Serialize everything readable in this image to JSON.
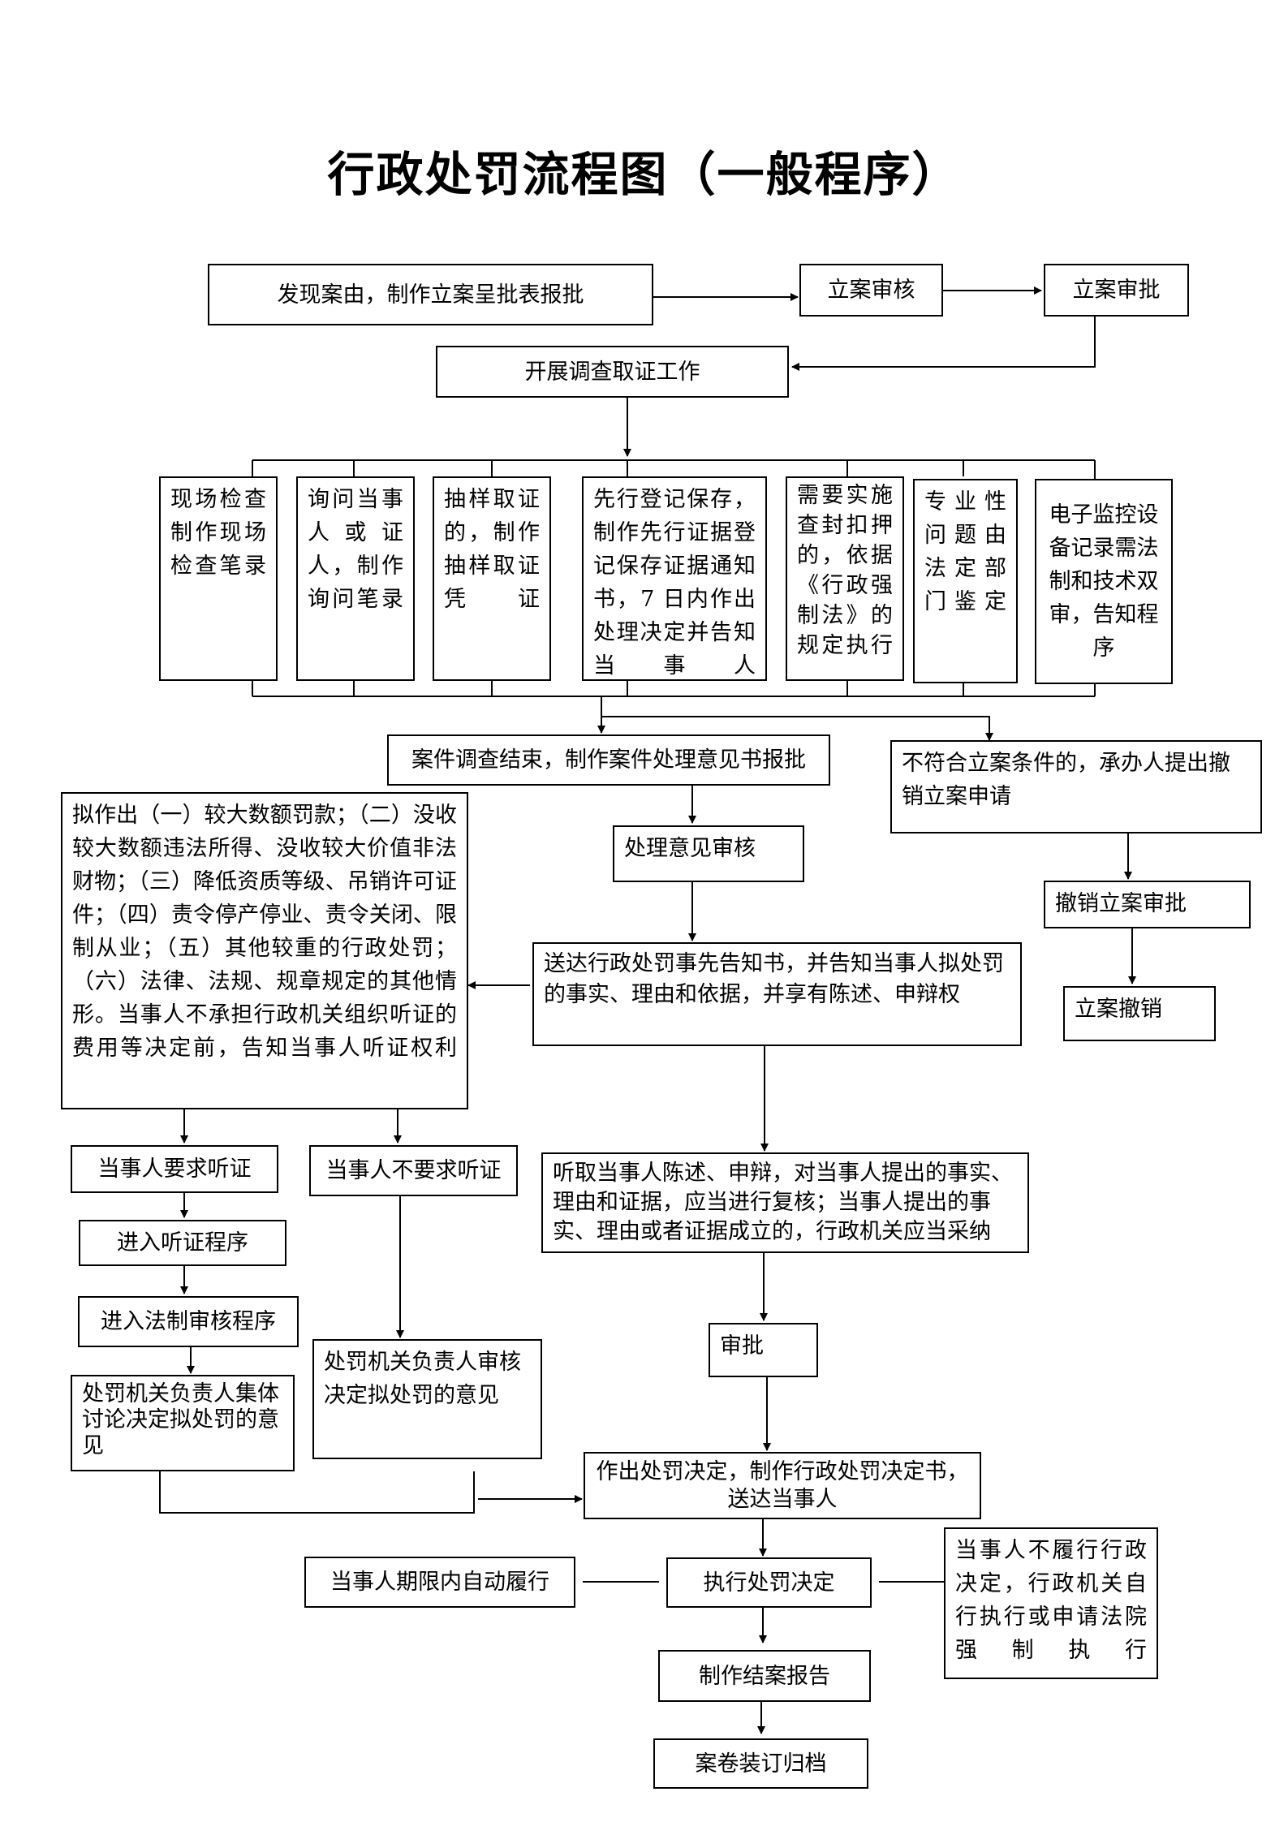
{
  "title": "行政处罚流程图（一般程序）",
  "nodes": {
    "n1": "发现案由，制作立案呈批表报批",
    "n2": "立案审核",
    "n3": "立案审批",
    "n4": "开展调查取证工作",
    "c1": "现场检查制作现场检查笔录",
    "c2": "询问当事人或证人，制作询问笔录",
    "c3": "抽样取证的，制作抽样取证凭证",
    "c4": "先行登记保存，制作先行证据登记保存证据通知书，7 日内作出处理决定并告知当事人",
    "c5": "需要实施查封扣押的，依据《行政强制法》的规定执行",
    "c6": "专业性问题由法定部门鉴定",
    "c7": "电子监控设备记录需法制和技术双审，告知程序",
    "n5": "案件调查结束，制作案件处理意见书报批",
    "n6": "不符合立案条件的，承办人提出撤销立案申请",
    "n7": "处理意见审核",
    "n8": "撤销立案审批",
    "n9": "拟作出（一）较大数额罚款；（二）没收较大数额违法所得、没收较大价值非法财物；（三）降低资质等级、吊销许可证件；（四）责令停产停业、责令关闭、限制从业；（五）其他较重的行政处罚；（六）法律、法规、规章规定的其他情形。当事人不承担行政机关组织听证的费用等决定前，告知当事人听证权利",
    "n10": "送达行政处罚事先告知书，并告知当事人拟处罚的事实、理由和依据，并享有陈述、申辩权",
    "n11": "立案撤销",
    "n12": "当事人要求听证",
    "n13": "当事人不要求听证",
    "n14": "听取当事人陈述、申辩，对当事人提出的事实、理由和证据，应当进行复核；当事人提出的事实、理由或者证据成立的，行政机关应当采纳",
    "n15": "进入听证程序",
    "n16": "进入法制审核程序",
    "n17": "处罚机关负责人审核决定拟处罚的意见",
    "n18": "审批",
    "n19": "处罚机关负责人集体讨论决定拟处罚的意见",
    "n20": "作出处罚决定，制作行政处罚决定书，送达当事人",
    "n21": "当事人期限内自动履行",
    "n22": "执行处罚决定",
    "n23": "当事人不履行行政决定，行政机关自行执行或申请法院强制执行",
    "n24": "制作结案报告",
    "n25": "案卷装订归档"
  }
}
